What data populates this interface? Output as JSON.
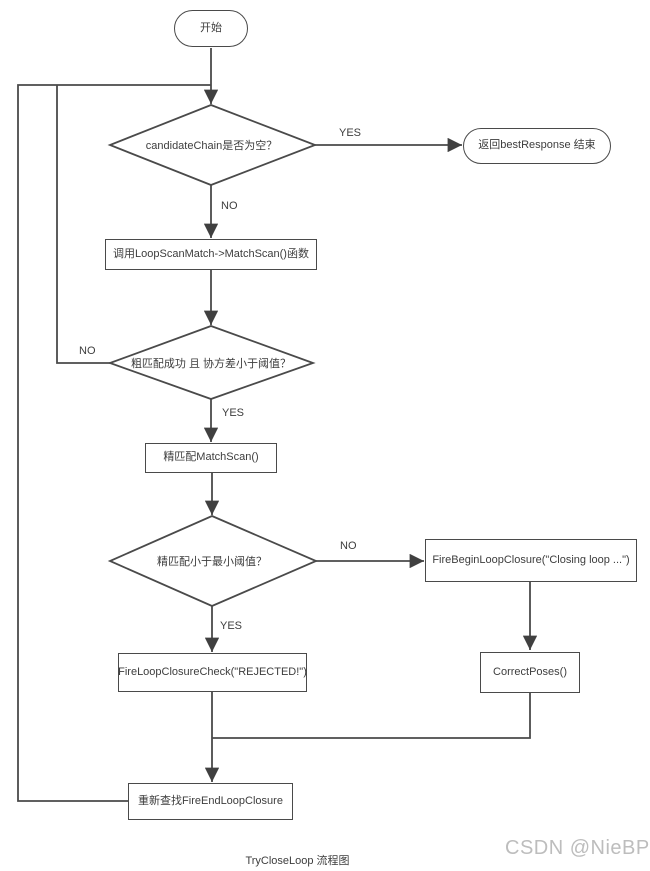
{
  "diagram": {
    "caption": "TryCloseLoop 流程图",
    "watermark": "CSDN @NieBP",
    "colors": {
      "line": "#4a4a4a",
      "node_border": "#4a4a4a",
      "text": "#3d3d3d",
      "watermark": "#bdbdbd",
      "background": "#ffffff"
    },
    "nodes": {
      "start": {
        "type": "terminator",
        "label": "开始"
      },
      "decision_candidate_empty": {
        "type": "decision",
        "label": "candidateChain是否为空？"
      },
      "terminal_return_best": {
        "type": "terminator",
        "label": "返回bestResponse 结束"
      },
      "process_call_loopscanmatch": {
        "type": "process",
        "label": "调用LoopScanMatch->MatchScan()函数"
      },
      "decision_coarse_match": {
        "type": "decision",
        "label": "粗匹配成功 且 协方差小于阈值？"
      },
      "process_fine_match": {
        "type": "process",
        "label": "精匹配MatchScan()"
      },
      "decision_fine_threshold": {
        "type": "decision",
        "label": "精匹配小于最小阈值？"
      },
      "process_fire_begin_closure": {
        "type": "process",
        "label": "FireBeginLoopClosure(\"Closing loop ...\")"
      },
      "process_closure_check": {
        "type": "process",
        "label": "FireLoopClosureCheck(\"REJECTED!\")"
      },
      "process_correct_poses": {
        "type": "process",
        "label": "CorrectPoses()"
      },
      "process_refind_end_closure": {
        "type": "process",
        "label": "重新查找FireEndLoopClosure"
      }
    },
    "edge_labels": {
      "candidate_yes": "YES",
      "candidate_no": "NO",
      "coarse_no": "NO",
      "coarse_yes": "YES",
      "fine_no": "NO",
      "fine_yes": "YES"
    }
  }
}
